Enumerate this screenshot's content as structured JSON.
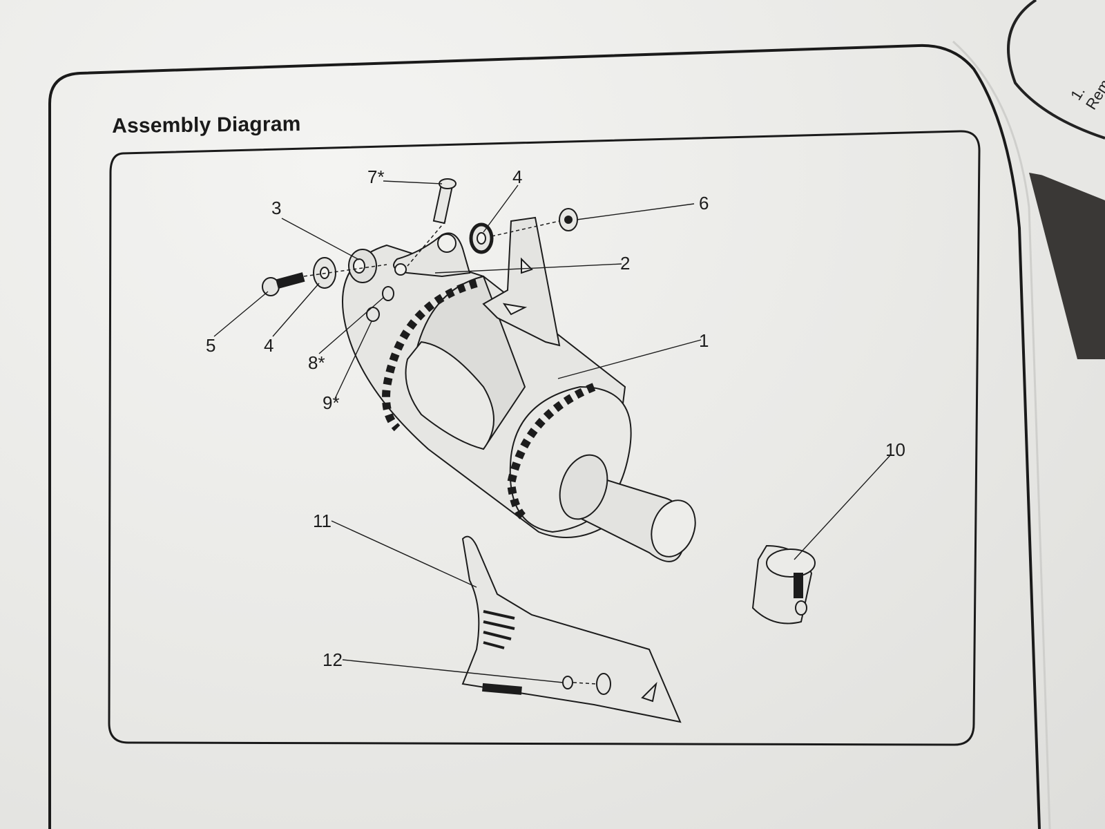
{
  "document": {
    "heading": "Assembly Diagram",
    "corner_fragment": "1.  Rem"
  },
  "callouts": [
    {
      "id": "c1",
      "label": "1"
    },
    {
      "id": "c2",
      "label": "2"
    },
    {
      "id": "c3",
      "label": "3"
    },
    {
      "id": "c4a",
      "label": "4"
    },
    {
      "id": "c4b",
      "label": "4"
    },
    {
      "id": "c5",
      "label": "5"
    },
    {
      "id": "c6",
      "label": "6"
    },
    {
      "id": "c7",
      "label": "7*"
    },
    {
      "id": "c8",
      "label": "8*"
    },
    {
      "id": "c9",
      "label": "9*"
    },
    {
      "id": "c10",
      "label": "10"
    },
    {
      "id": "c11",
      "label": "11"
    },
    {
      "id": "c12",
      "label": "12"
    }
  ],
  "colors": {
    "paper": "#ecece9",
    "ink": "#1c1c1c",
    "part_fill": "#e2e2df",
    "background_table": "#3a3836"
  }
}
